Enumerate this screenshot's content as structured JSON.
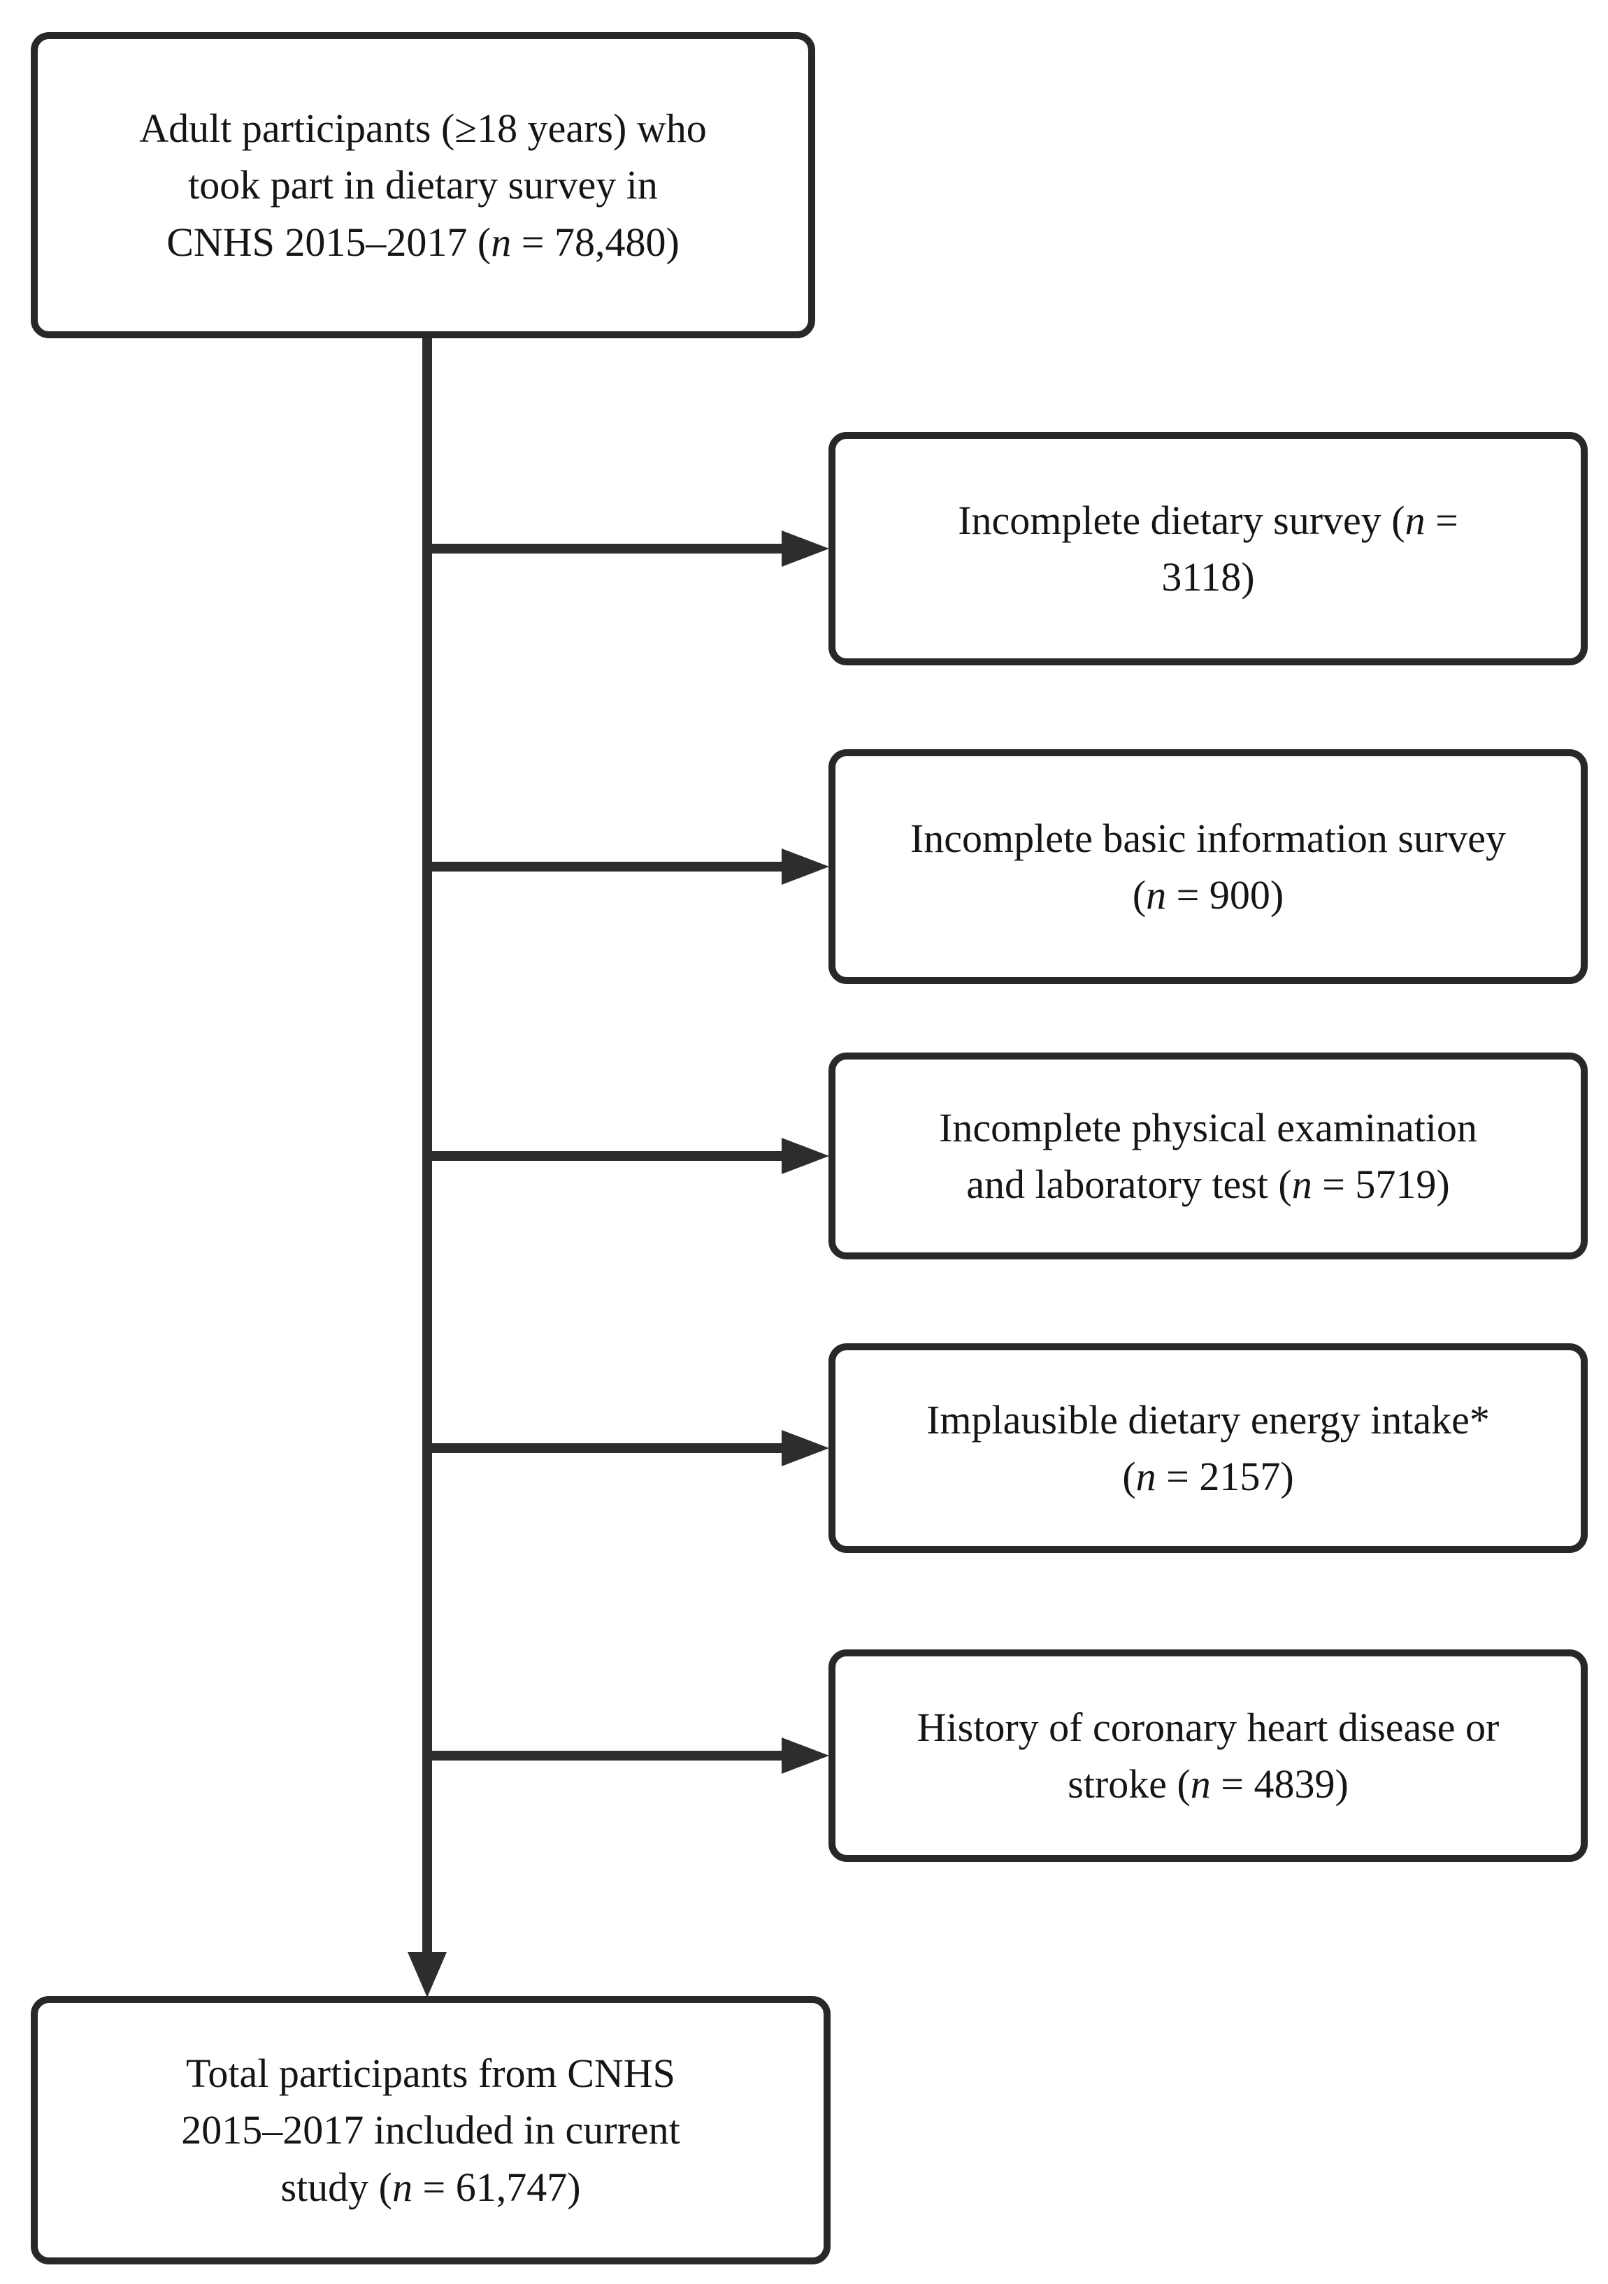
{
  "figure": {
    "type": "participant-flow-diagram",
    "colors": {
      "background": "#ffffff",
      "box_border": "#282828",
      "connector": "#2d2d2d",
      "text": "#151515"
    }
  },
  "nodes": {
    "enrollment": {
      "lines": [
        "Adult participants (≥18 years) who",
        "took part in dietary survey in",
        "CNHS 2015–2017 (n = 78,480)"
      ]
    },
    "exclusions": [
      {
        "lines": [
          "Incomplete dietary survey (n =",
          "3118)"
        ]
      },
      {
        "lines": [
          "Incomplete basic information survey",
          "(n = 900)"
        ]
      },
      {
        "lines": [
          "Incomplete physical examination",
          "and laboratory test (n = 5719)"
        ]
      },
      {
        "lines": [
          "Implausible dietary energy intake*",
          "(n = 2157)"
        ]
      },
      {
        "lines": [
          "History of coronary heart disease or",
          "stroke (n = 4839)"
        ]
      }
    ],
    "included": {
      "lines": [
        "Total participants from CNHS",
        "2015–2017 included in current",
        "study (n = 61,747)"
      ]
    }
  }
}
